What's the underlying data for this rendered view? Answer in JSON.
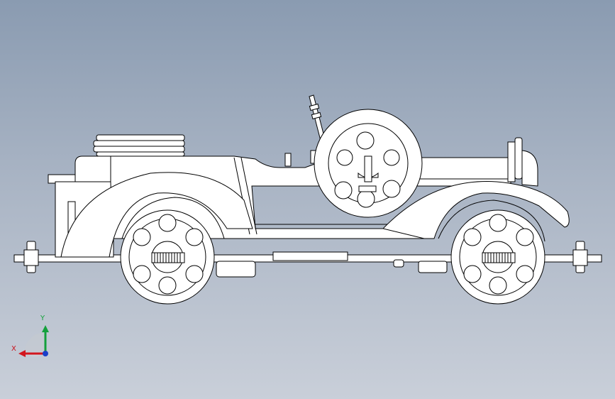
{
  "viewport": {
    "model_name": "vintage-roadster-side-view",
    "view": "front"
  },
  "triad": {
    "x_label": "X",
    "y_label": "Y",
    "colors": {
      "x": "#d2161e",
      "y": "#14a03c",
      "z": "#1b3fc8"
    }
  },
  "colors": {
    "background_top": "#8a9bb1",
    "background_bottom": "#c9cfd9",
    "part_fill": "#ffffff",
    "edge": "#000000"
  }
}
